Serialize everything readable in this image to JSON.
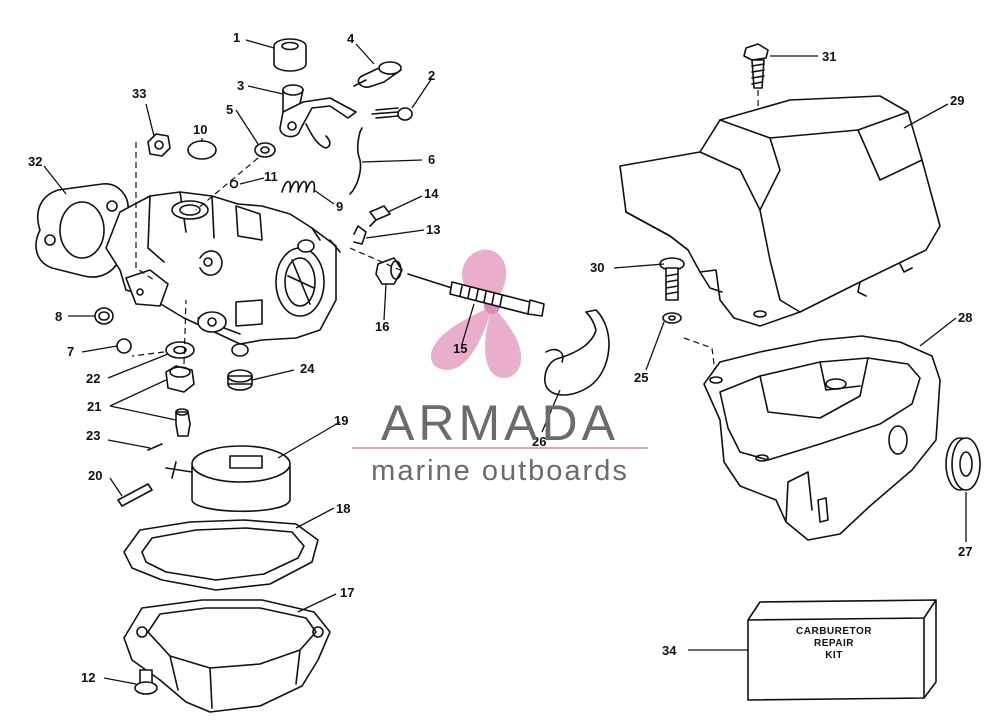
{
  "parts": {
    "p1": "1",
    "p2": "2",
    "p3": "3",
    "p4": "4",
    "p5": "5",
    "p6": "6",
    "p7": "7",
    "p8": "8",
    "p9": "9",
    "p10": "10",
    "p11": "11",
    "p12": "12",
    "p13": "13",
    "p14": "14",
    "p15": "15",
    "p16": "16",
    "p17": "17",
    "p18": "18",
    "p19": "19",
    "p20": "20",
    "p21": "21",
    "p22": "22",
    "p23": "23",
    "p24": "24",
    "p25": "25",
    "p26": "26",
    "p27": "27",
    "p28": "28",
    "p29": "29",
    "p30": "30",
    "p31": "31",
    "p32": "32",
    "p33": "33",
    "p34": "34"
  },
  "kit_box": {
    "line1": "CARBURETOR",
    "line2": "REPAIR",
    "line3": "KIT"
  },
  "watermark": {
    "title": "ARMADA",
    "subtitle": "marine outboards",
    "logo_color": "#e8a6c8",
    "text_color": "#6b6b6b",
    "line_color": "#d9a3c3"
  },
  "icons": {
    "logo": "propeller-logo-icon"
  }
}
